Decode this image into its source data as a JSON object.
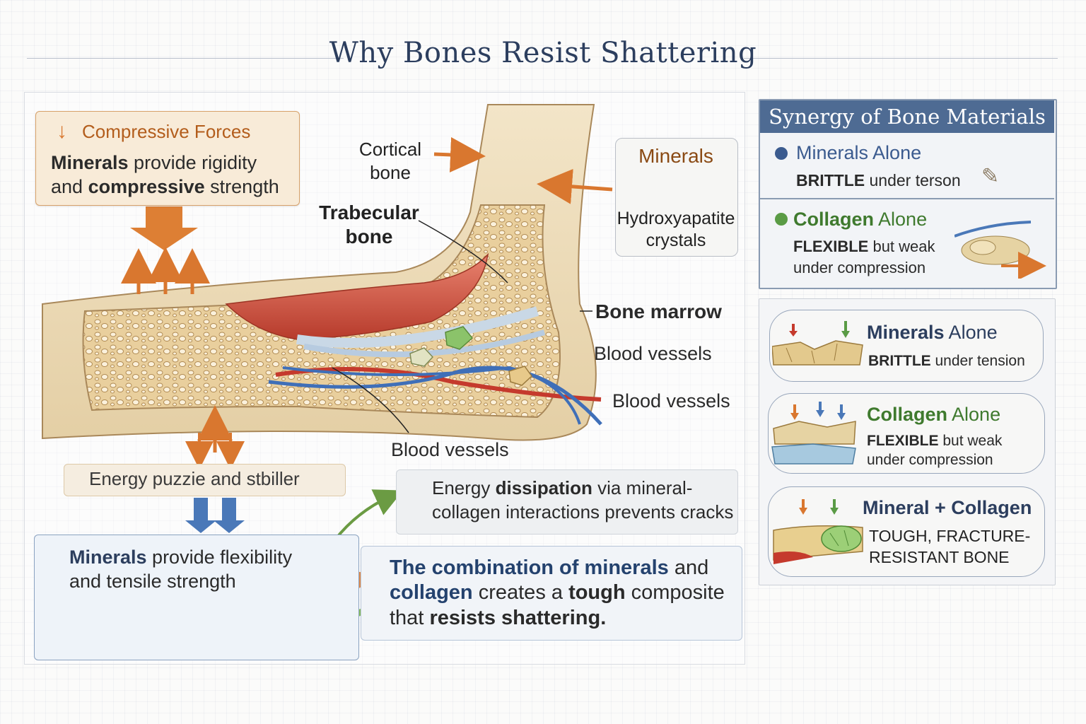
{
  "title": "Why Bones Resist Shattering",
  "colors": {
    "title": "#2c3e5e",
    "compressive": "#b35d1c",
    "minerals_green": "#7cb556",
    "collagen_blue": "#4a78b8",
    "panel_header": "#4e6b93"
  },
  "compressive": {
    "heading": "Compressive Forces",
    "line1_bold": "Minerals",
    "line1_rest": " provide rigidity",
    "line2_pre": "and ",
    "line2_bold": "compressive",
    "line2_rest": " strength"
  },
  "energy_label": "Energy puzzie and stbiller",
  "tensile": {
    "line1_bold": "Minerals",
    "line1_rest": " provide flexibility",
    "line2": "and tensile strength"
  },
  "dissipation": {
    "pre": "Energy ",
    "bold": "dissipation",
    "rest": " via mineral-",
    "line2": "collagen interactions prevents cracks"
  },
  "combination": {
    "hi1": "The combination of minerals",
    "t1": " and",
    "hi2": "collagen",
    "t2": " creates a ",
    "b2": "tough",
    "t3": " composite",
    "t4": "that ",
    "b4": "resists shattering."
  },
  "labels": {
    "cortical_1": "Cortical",
    "cortical_2": "bone",
    "trabecular_1": "Trabecular",
    "trabecular_2": "bone",
    "minerals": "Minerals",
    "hydroxy_1": "Hydroxyapatite",
    "hydroxy_2": "crystals",
    "bone_marrow": "Bone marrow",
    "blood_1": "Blood vessels",
    "blood_2": "Blood vessels",
    "blood_3": "Blood vessels"
  },
  "synergy": {
    "header": "Synergy of Bone Materials",
    "items": [
      {
        "head_color": "Minerals",
        "head_rest": " Alone",
        "line1_bold": "BRITTLE",
        "line1_rest": " under terson"
      },
      {
        "head_color": "Collagen",
        "head_rest": " Alone",
        "line1_bold": "FLEXIBLE",
        "line1_rest": " but weak",
        "line2": "under compression"
      }
    ]
  },
  "pills": [
    {
      "head_color": "Minerals",
      "head_rest": " Alone",
      "line1_bold": "BRITTLE",
      "line1_rest": " under tension"
    },
    {
      "head_color": "Collagen",
      "head_rest": " Alone",
      "line1_bold": "FLEXIBLE",
      "line1_rest": " but weak",
      "line2": "under compression"
    },
    {
      "head": "Mineral + Collagen",
      "line1": "TOUGH, FRACTURE-",
      "line2": "RESISTANT BONE"
    }
  ]
}
